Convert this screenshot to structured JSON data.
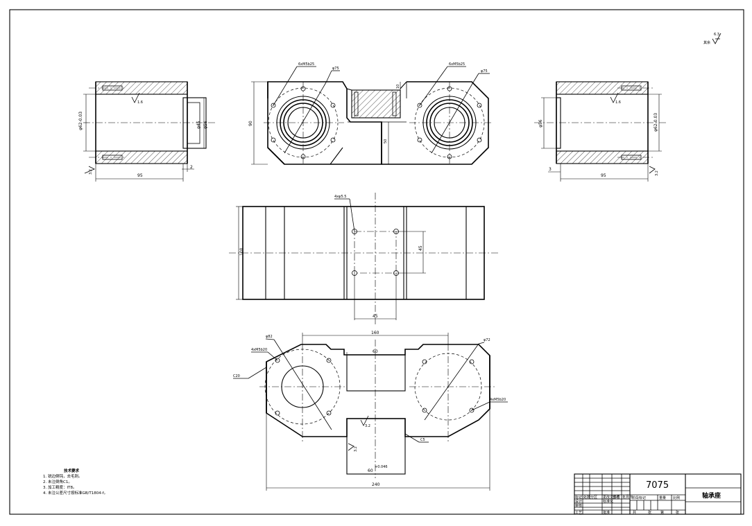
{
  "roughness_note": {
    "value": "6.3",
    "prefix": "其余"
  },
  "dims": {
    "left_phi62": "φ62-0.03",
    "left_phi45": "φ45",
    "left_phi56": "φ56",
    "left_95": "95",
    "left_2": "2",
    "left_r32": "3.2",
    "left_r16": "1.6",
    "front_thread_left": "6xM5b25",
    "front_phi75_left": "φ75",
    "front_thread_right": "6xM5b25",
    "front_phi75_right": "φ75",
    "front_90": "90",
    "front_50": "50",
    "front_10": "10",
    "right_phi56": "φ56",
    "right_phi62": "φ62-0.03",
    "right_95": "95",
    "right_3": "3",
    "right_r32": "3.2",
    "right_r16": "1.6",
    "mid_holes": "4xφ5.5",
    "mid_100": "100",
    "mid_45v": "45",
    "mid_45h": "45",
    "top_160": "160",
    "top_60": "60",
    "top_phi82": "φ82",
    "top_phi72": "φ72",
    "top_thread_left": "4xM5b20",
    "top_thread_right": "4xM5b20",
    "top_c20": "C20",
    "top_c5": "C5",
    "top_r32a": "3.2",
    "top_r32b": "3.2",
    "top_60tol": "60",
    "top_60tol_sup": "+0.046",
    "top_240": "240"
  },
  "tech_notes": {
    "title": "技术要求",
    "items": [
      "1. 锐边倒钝，去毛刺。",
      "2. 未注倒角C1。",
      "3. 加工精度：IT8。",
      "4. 未注公差尺寸按标准GB/T1804-f。"
    ]
  },
  "title_block": {
    "part_code": "7075",
    "part_name": "轴承座",
    "row_labels": [
      "标记",
      "处数",
      "分区",
      "更改文件号",
      "签名",
      "年月日"
    ],
    "labels_a": [
      "设计",
      "标准化"
    ],
    "labels_b": [
      "阶段标记",
      "重量",
      "比例"
    ],
    "labels_c": [
      "审核"
    ],
    "labels_d": [
      "工艺",
      "批准"
    ],
    "labels_e": [
      "共",
      "张",
      "第",
      "张"
    ]
  }
}
